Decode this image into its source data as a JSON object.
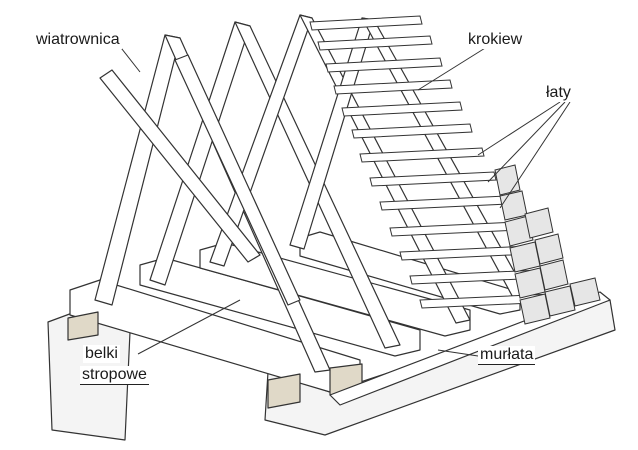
{
  "labels": {
    "wiatrownica": "wiatrownica",
    "krokiew": "krokiew",
    "laty": "łaty",
    "belki_line1": "belki",
    "belki_line2": "stropowe",
    "murlata": "murłata"
  }
}
